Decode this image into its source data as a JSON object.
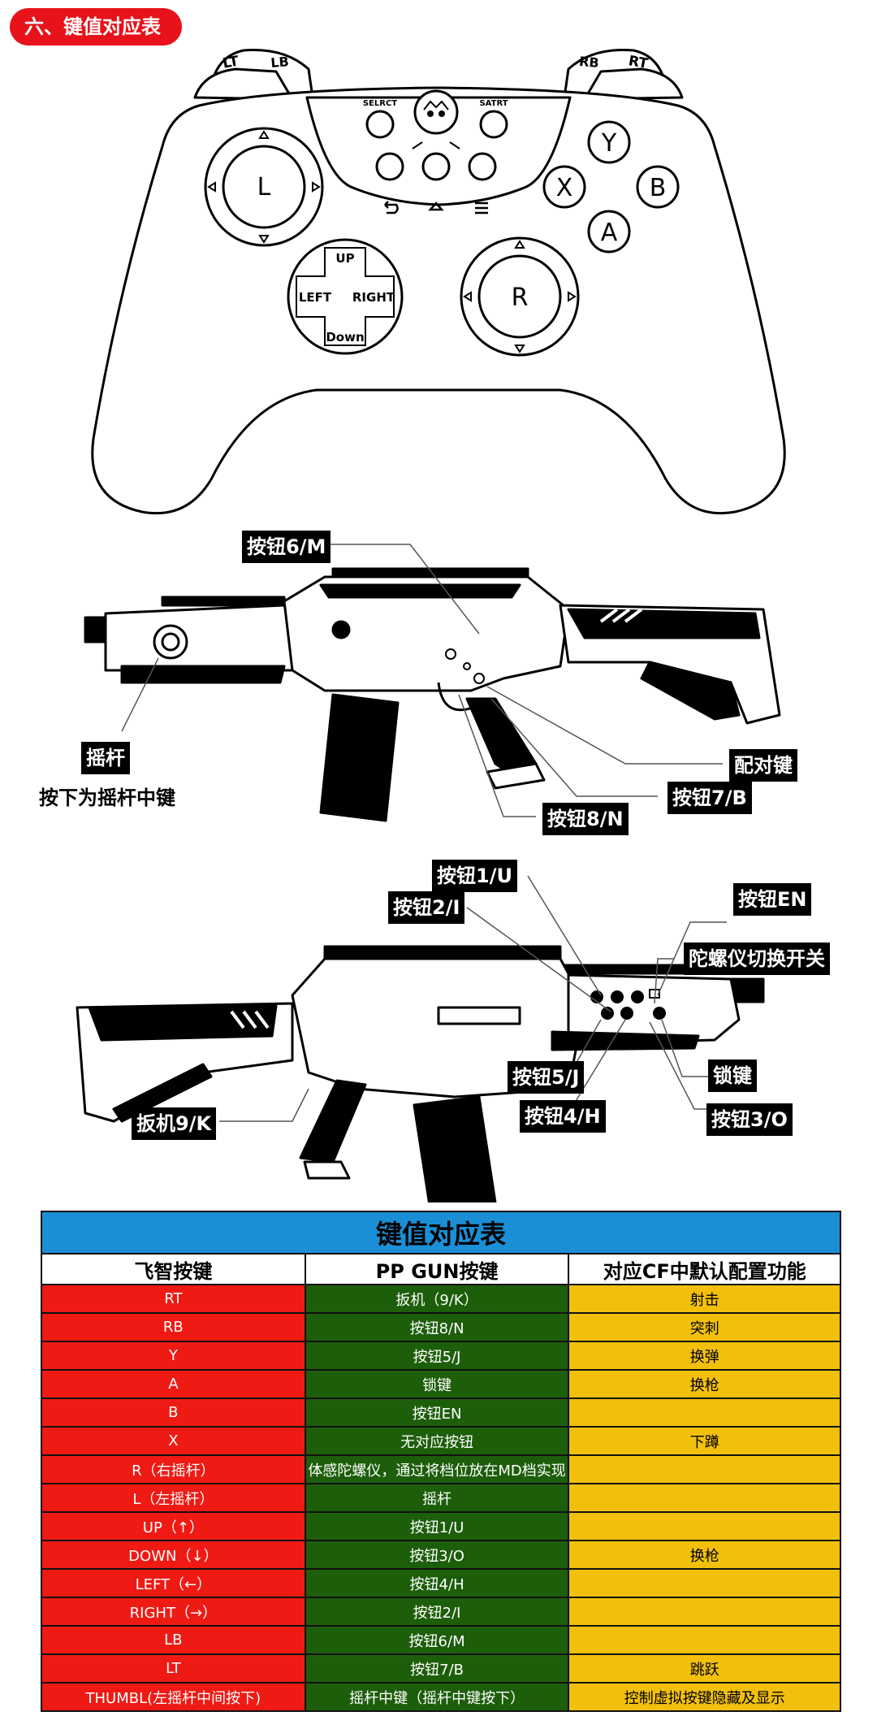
{
  "section_title": "六、键值对应表",
  "controller": {
    "lt": "LT",
    "lb": "LB",
    "rb": "RB",
    "rt": "RT",
    "select": "SELRCT",
    "start": "SATRT",
    "left_stick": "L",
    "right_stick": "R",
    "dpad_up": "UP",
    "dpad_down": "Down",
    "dpad_left": "LEFT",
    "dpad_right": "RIGHT",
    "btn_y": "Y",
    "btn_x": "X",
    "btn_b": "B",
    "btn_a": "A"
  },
  "gun1_labels": {
    "button6": "按钮6/M",
    "joystick": "摇杆",
    "joystick_note": "按下为摇杆中键",
    "pair": "配对键",
    "button7": "按钮7/B",
    "button8": "按钮8/N"
  },
  "gun2_labels": {
    "button1": "按钮1/U",
    "button2": "按钮2/I",
    "button_en": "按钮EN",
    "gyro_switch": "陀螺仪切换开关",
    "button5": "按钮5/J",
    "button4": "按钮4/H",
    "lock": "锁键",
    "button3": "按钮3/O",
    "trigger": "扳机9/K"
  },
  "table": {
    "title": "键值对应表",
    "headers": [
      "飞智按键",
      "PP GUN按键",
      "对应CF中默认配置功能"
    ],
    "rows": [
      [
        "RT",
        "扳机（9/K）",
        "射击"
      ],
      [
        "RB",
        "按钮8/N",
        "突刺"
      ],
      [
        "Y",
        "按钮5/J",
        "换弹"
      ],
      [
        "A",
        "锁键",
        "换枪"
      ],
      [
        "B",
        "按钮EN",
        ""
      ],
      [
        "X",
        "无对应按钮",
        "下蹲"
      ],
      [
        "R（右摇杆）",
        "体感陀螺仪，通过将档位放在MD档实现",
        ""
      ],
      [
        "L（左摇杆）",
        "摇杆",
        ""
      ],
      [
        "UP（↑）",
        "按钮1/U",
        ""
      ],
      [
        "DOWN（↓）",
        "按钮3/O",
        "换枪"
      ],
      [
        "LEFT（←）",
        "按钮4/H",
        ""
      ],
      [
        "RIGHT（→）",
        "按钮2/I",
        ""
      ],
      [
        "LB",
        "按钮6/M",
        ""
      ],
      [
        "LT",
        "按钮7/B",
        "跳跃"
      ],
      [
        "THUMBL(左摇杆中间按下)",
        "摇杆中键（摇杆中键按下）",
        "控制虚拟按键隐藏及显示"
      ]
    ]
  }
}
